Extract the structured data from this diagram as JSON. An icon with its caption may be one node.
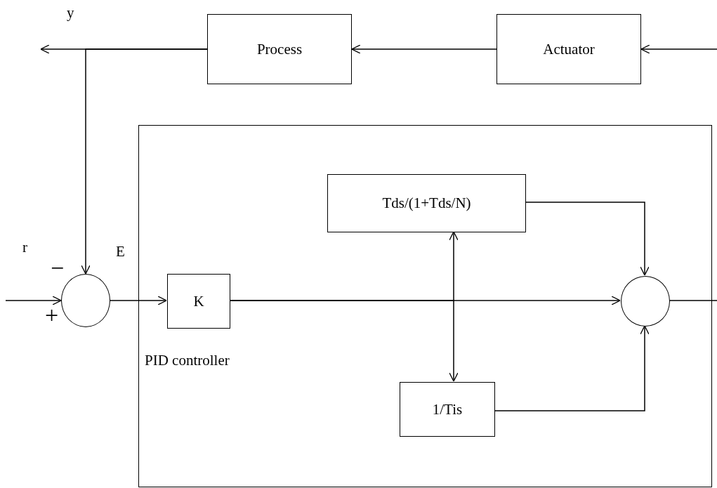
{
  "diagram": {
    "nodes": [
      {
        "text": [
          "Process"
        ]
      },
      {
        "text": [
          "Actuator"
        ]
      },
      {
        "text": [
          "PID controller"
        ]
      },
      {
        "text": [
          "Tds/(1+Tds/N)"
        ],
        "in": 2
      },
      {
        "text": [],
        "shape": "circle"
      },
      {
        "text": [
          "K"
        ],
        "in": 2
      },
      {
        "text": [],
        "shape": "circle",
        "in": 2
      },
      {
        "text": [
          "1/Tis"
        ],
        "in": 2
      }
    ],
    "edges": [
      {
        "from": null,
        "to": 1,
        "arrow": "to"
      },
      {
        "from": 1,
        "to": 0,
        "arrow": "to"
      },
      {
        "from": 0,
        "to": null,
        "arrow": "to"
      },
      {
        "from": 0,
        "to": 4,
        "arrow": "to"
      },
      {
        "from": null,
        "to": 4,
        "arrow": "to"
      },
      {
        "from": 4,
        "to": 5,
        "arrow": "to"
      },
      {
        "from": 5,
        "to": 6,
        "arrow": "to"
      },
      {
        "from": 5,
        "to": 3,
        "arrow": "to"
      },
      {
        "from": 5,
        "to": 7,
        "arrow": "to"
      },
      {
        "from": 3,
        "to": 6,
        "arrow": "to"
      },
      {
        "from": 7,
        "to": 6,
        "arrow": "to"
      },
      {
        "from": 6,
        "to": null,
        "arrow": "none"
      }
    ],
    "labels": [
      "y",
      "r",
      "E",
      "−",
      "+"
    ]
  }
}
